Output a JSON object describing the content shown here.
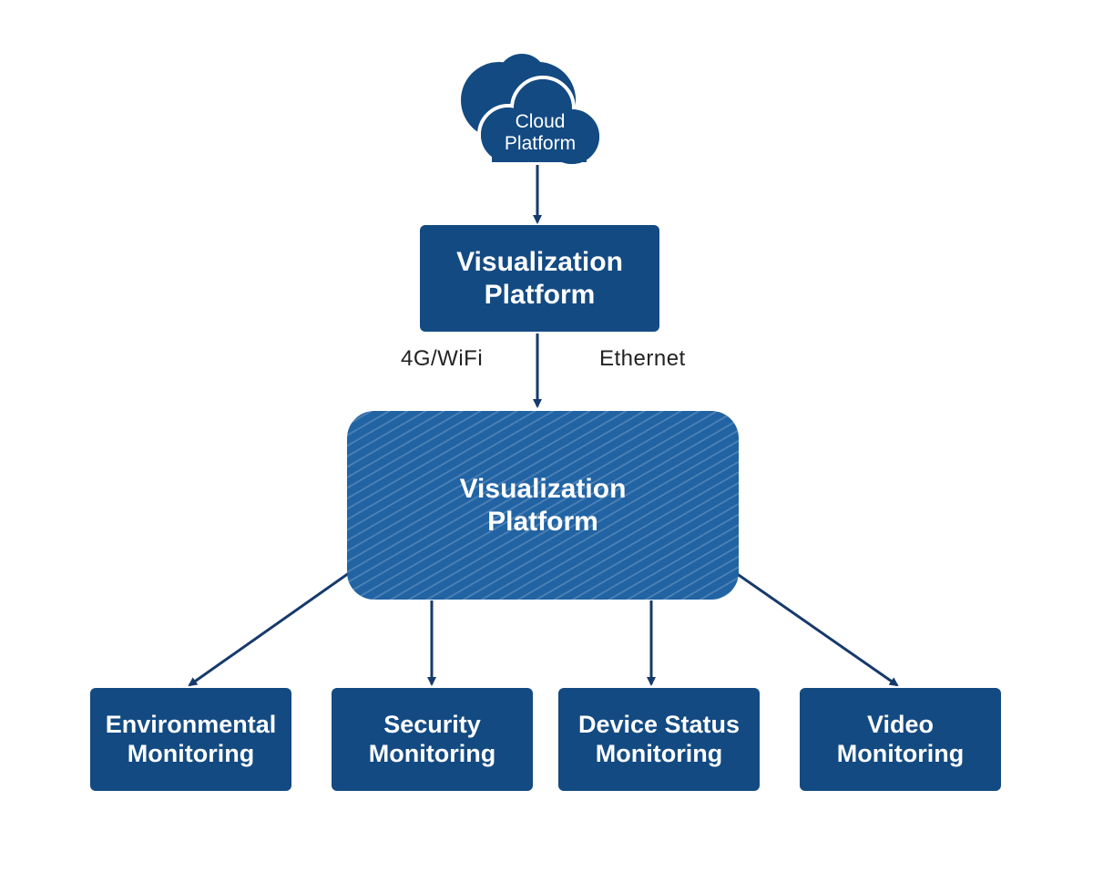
{
  "colors": {
    "primary": "#134a82",
    "hatched": "#2163a3",
    "arrow": "#163a6b",
    "text": "#222222"
  },
  "cloud": {
    "icon": "cloud-icon",
    "line1": "Cloud",
    "line2": "Platform"
  },
  "top_box": {
    "line1": "Visualization",
    "line2": "Platform"
  },
  "connections": {
    "left": "4G/WiFi",
    "right": "Ethernet"
  },
  "middle_box": {
    "line1": "Visualization",
    "line2": "Platform"
  },
  "leaves": [
    {
      "line1": "Environmental",
      "line2": "Monitoring"
    },
    {
      "line1": "Security",
      "line2": "Monitoring"
    },
    {
      "line1": "Device Status",
      "line2": "Monitoring"
    },
    {
      "line1": "Video",
      "line2": "Monitoring"
    }
  ]
}
